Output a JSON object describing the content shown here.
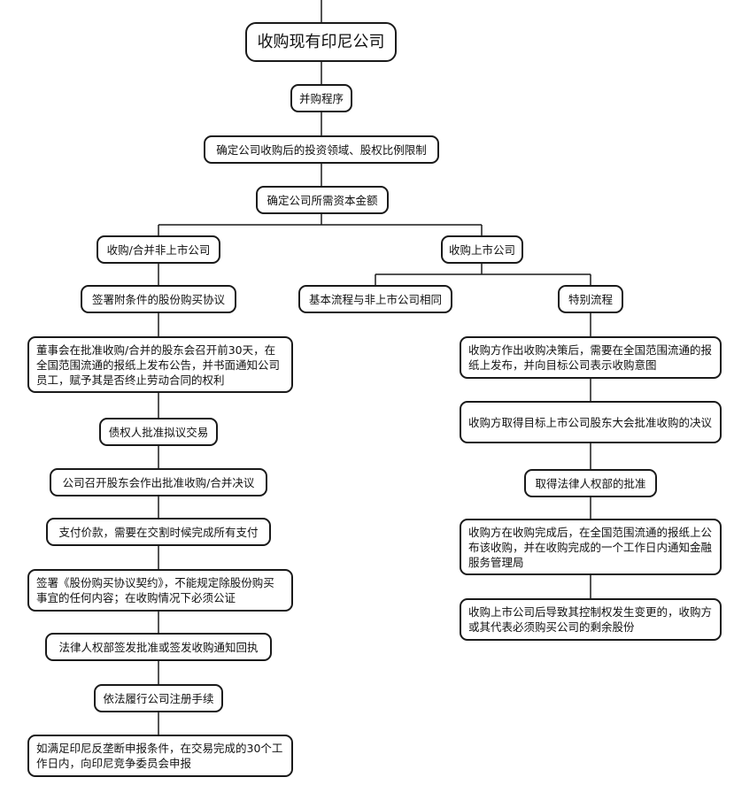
{
  "nodes": {
    "root": "收购现有印尼公司",
    "merger_process": "并购程序",
    "determine_investment": "确定公司收购后的投资领域、股权比例限制",
    "determine_capital": "确定公司所需资本金额",
    "acquire_unlisted": "收购/合并非上市公司",
    "acquire_listed": "收购上市公司",
    "sign_spa": "签署附条件的股份购买协议",
    "board_notice": "董事会在批准收购/合并的股东会召开前30天，在全国范围流通的报纸上发布公告，并书面通知公司员工，赋予其是否终止劳动合同的权利",
    "creditor_approval": "债权人批准拟议交易",
    "shareholder_resolution": "公司召开股东会作出批准收购/合并决议",
    "pay_price": "支付价款，需要在交割时候完成所有支付",
    "sign_contract": "签署《股份购买协议契约》，不能规定除股份购买事宜的任何内容；在收购情况下必须公证",
    "law_ministry_approval": "法律人权部签发批准或签发收购通知回执",
    "company_registration": "依法履行公司注册手续",
    "competition_report": "如满足印尼反垄断申报条件，在交易完成的30个工作日内，向印尼竞争委员会申报",
    "basic_same": "基本流程与非上市公司相同",
    "special_process": "特别流程",
    "announce_decision": "收购方作出收购决策后，需要在全国范围流通的报纸上发布，并向目标公司表示收购意图",
    "target_gm_approval": "收购方取得目标上市公司股东大会批准收购的决议",
    "get_law_approval": "取得法律人权部的批准",
    "announce_completion": "收购方在收购完成后，在全国范围流通的报纸上公布该收购，并在收购完成的一个工作日内通知金融服务管理局",
    "mandatory_offer": "收购上市公司后导致其控制权发生变更的，收购方或其代表必须购买公司的剩余股份"
  }
}
